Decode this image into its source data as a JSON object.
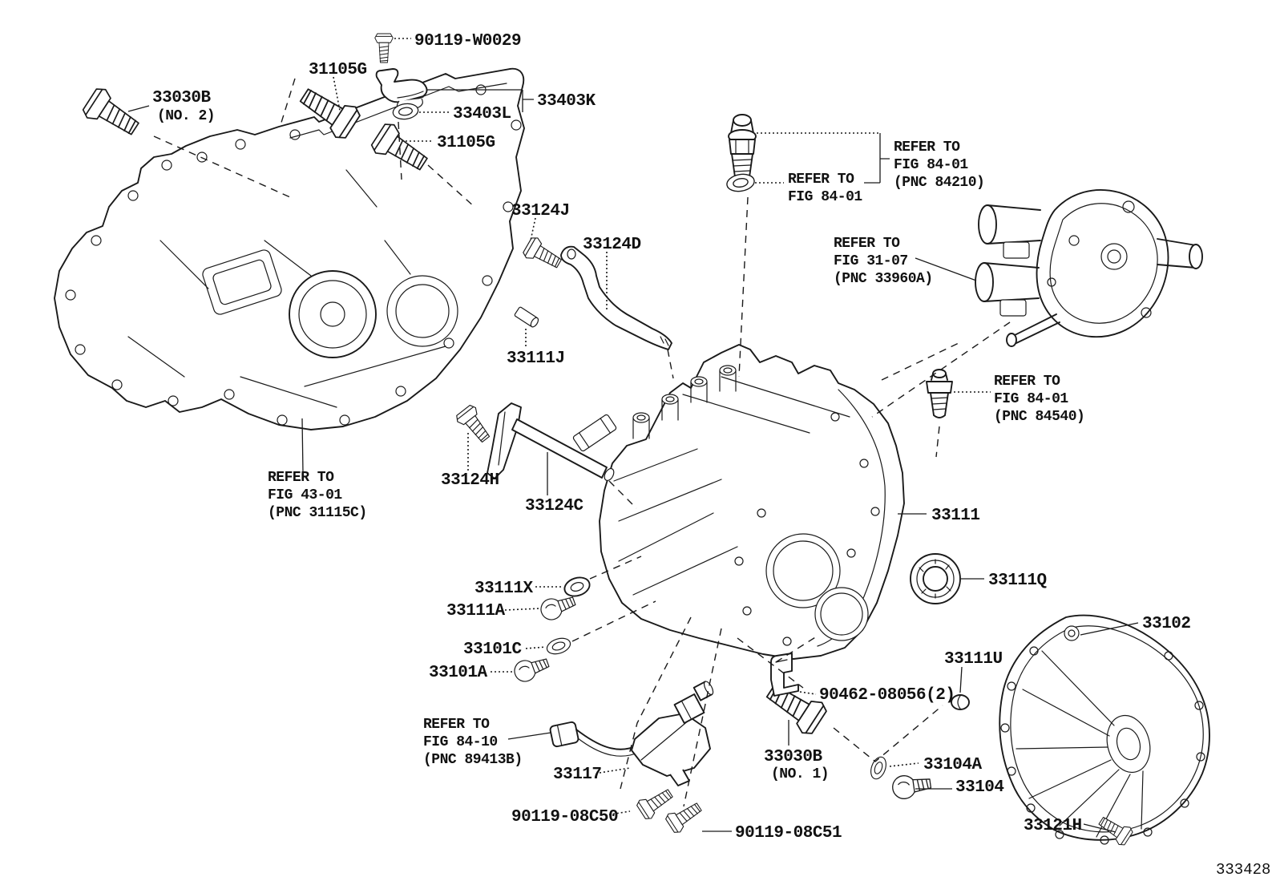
{
  "figure": {
    "number": "333428"
  },
  "parts": {
    "p90119w0029": "90119-W0029",
    "p31105g_top": "31105G",
    "p33030b_no2": "33030B",
    "p33030b_no2_note": "(NO. 2)",
    "p33403l": "33403L",
    "p33403k": "33403K",
    "p31105g_side": "31105G",
    "p33124j": "33124J",
    "p33124d": "33124D",
    "p33111j": "33111J",
    "p33124h": "33124H",
    "p33124c": "33124C",
    "p33111": "33111",
    "p33111q": "33111Q",
    "p33102": "33102",
    "p33111x": "33111X",
    "p33111a": "33111A",
    "p33101c": "33101C",
    "p33101a": "33101A",
    "p33117": "33117",
    "p90119_08c50": "90119-08C50",
    "p90119_08c51": "90119-08C51",
    "p33030b_no1": "33030B",
    "p33030b_no1_note": "(NO. 1)",
    "p90462_08056": "90462-08056(2)",
    "p33111u": "33111U",
    "p33104a": "33104A",
    "p33104": "33104",
    "p33121h": "33121H"
  },
  "refer": {
    "washer_84_01": [
      "REFER TO",
      "FIG 84-01"
    ],
    "pnc_84210": [
      "REFER TO",
      "FIG 84-01",
      "(PNC 84210)"
    ],
    "pnc_33960a": [
      "REFER TO",
      "FIG 31-07",
      "(PNC 33960A)"
    ],
    "pnc_84540": [
      "REFER TO",
      "FIG 84-01",
      "(PNC 84540)"
    ],
    "pnc_31115c": [
      "REFER TO",
      "FIG 43-01",
      "(PNC 31115C)"
    ],
    "pnc_89413b": [
      "REFER TO",
      "FIG 84-10",
      "(PNC 89413B)"
    ]
  }
}
